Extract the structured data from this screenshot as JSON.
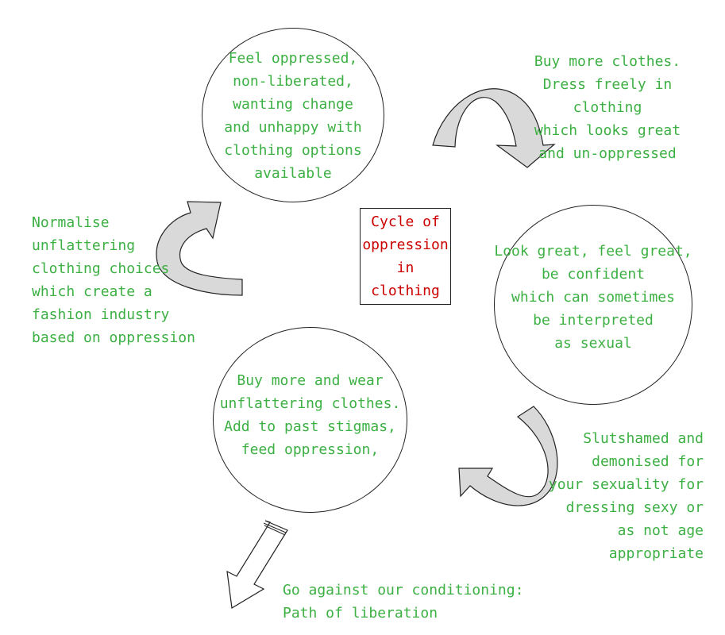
{
  "title": "Cycle of\noppression\nin clothing",
  "nodes": {
    "feel_oppressed": "Feel oppressed,\nnon-liberated,\nwanting change\nand unhappy with\nclothing options\navailable",
    "buy_more_freely": "Buy more clothes.\nDress freely in clothing\nwhich looks great\nand un-oppressed",
    "look_great": "Look great, feel great,\nbe confident\nwhich can sometimes\nbe interpreted\nas sexual",
    "slutshamed": "Slutshamed and\ndemonised for\nyour sexuality for\ndressing sexy or\nas not age appropriate",
    "buy_unflattering": "Buy more and wear\nunflattering clothes.\nAdd to past stigmas,\nfeed oppression,",
    "normalise": "Normalise\nunflattering\nclothing choices\nwhich create a\nfashion industry\nbased on oppression",
    "liberation": "Go against our conditioning:\nPath of liberation"
  },
  "colors": {
    "node_text": "#3cb043",
    "title_text": "#cc0000",
    "arrow_fill": "#d9d9d9",
    "stroke": "#222222"
  }
}
